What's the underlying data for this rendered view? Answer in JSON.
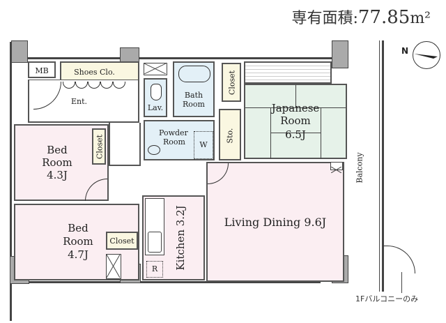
{
  "header": {
    "area_label": "専有面積:",
    "area_value": "77.85",
    "area_unit": "m²"
  },
  "compass": {
    "north_label": "N"
  },
  "rooms": {
    "mb": {
      "label": "MB"
    },
    "shoes_closet": {
      "label": "Shoes Clo."
    },
    "entrance": {
      "label": "Ent."
    },
    "lavatory": {
      "label": "Lav."
    },
    "bath_room": {
      "line1": "Bath",
      "line2": "Room"
    },
    "powder_room": {
      "line1": "Powder",
      "line2": "Room",
      "washer": "W"
    },
    "closet_top": {
      "label": "Closet"
    },
    "storage": {
      "label": "Sto."
    },
    "japanese_room": {
      "line1": "Japanese",
      "line2": "Room",
      "size": "6.5J"
    },
    "bed_room_1": {
      "line1": "Bed",
      "line2": "Room",
      "size": "4.3J"
    },
    "closet_bed1": {
      "label": "Closet"
    },
    "bed_room_2": {
      "line1": "Bed",
      "line2": "Room",
      "size": "4.7J"
    },
    "closet_bed2": {
      "label": "Closet"
    },
    "kitchen": {
      "label": "Kitchen 3.2J",
      "fridge": "R"
    },
    "living_dining": {
      "label": "Living Dining 9.6J"
    },
    "balcony": {
      "label": "Balcony"
    }
  },
  "notes": {
    "first_floor_balcony": "1Fバルコニーのみ"
  },
  "colors": {
    "bedroom": "#fbeef2",
    "japanese_room": "#e6f2e9",
    "wet_area": "#e3f0f7",
    "storage": "#faf7e1",
    "wall": "#aaaaaa"
  }
}
